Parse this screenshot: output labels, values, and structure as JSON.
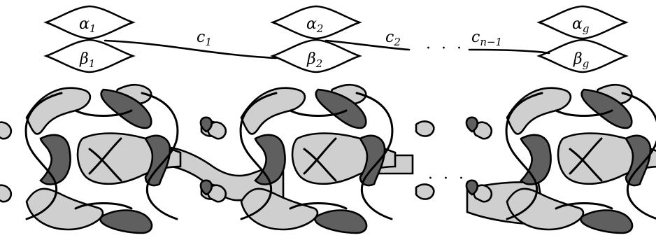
{
  "labels": {
    "alpha1": {
      "base": "α",
      "sub": "1"
    },
    "beta1": {
      "base": "β",
      "sub": "1"
    },
    "alpha2": {
      "base": "α",
      "sub": "2"
    },
    "beta2": {
      "base": "β",
      "sub": "2"
    },
    "alphag": {
      "base": "α",
      "sub": "g"
    },
    "betag": {
      "base": "β",
      "sub": "g"
    },
    "c1": {
      "base": "c",
      "sub": "1"
    },
    "c2": {
      "base": "c",
      "sub": "2"
    },
    "cn1": {
      "base": "c",
      "sub": "n−1"
    }
  },
  "ellipsis_top": "· · ·",
  "ellipsis_bottom": "· · ·",
  "colors": {
    "light_region": "#cfcfcf",
    "dark_region": "#5f5f5f",
    "stroke": "#000000"
  }
}
